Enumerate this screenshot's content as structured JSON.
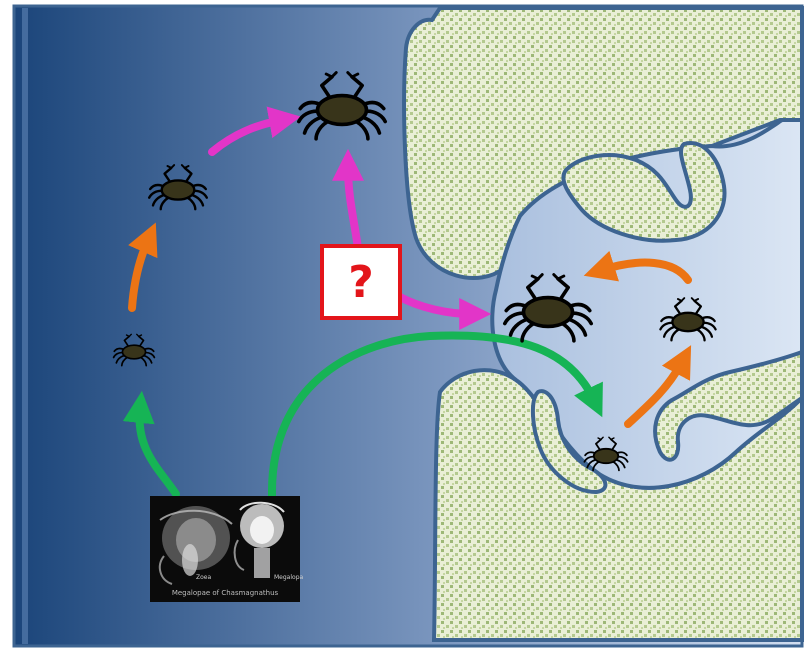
{
  "colors": {
    "background_dark": "#1e4a7e",
    "background_light": "#c6d4e8",
    "cave_fill": "#c3d4ec",
    "cave_stroke": "#3d6491",
    "sand": "#d4dfb2",
    "sand_dots": "#9bb474",
    "crab_body": "#38341a",
    "crab_outline": "#000000",
    "arrow_magenta": "#e235c8",
    "arrow_orange": "#ec7414",
    "arrow_green": "#16b455",
    "question_border": "#e3151a"
  },
  "question_box": {
    "label": "?"
  },
  "photo": {
    "caption": "Megalopae of Chasmagnathus",
    "label_a": "Zoea",
    "label_b": "Megalopa"
  }
}
